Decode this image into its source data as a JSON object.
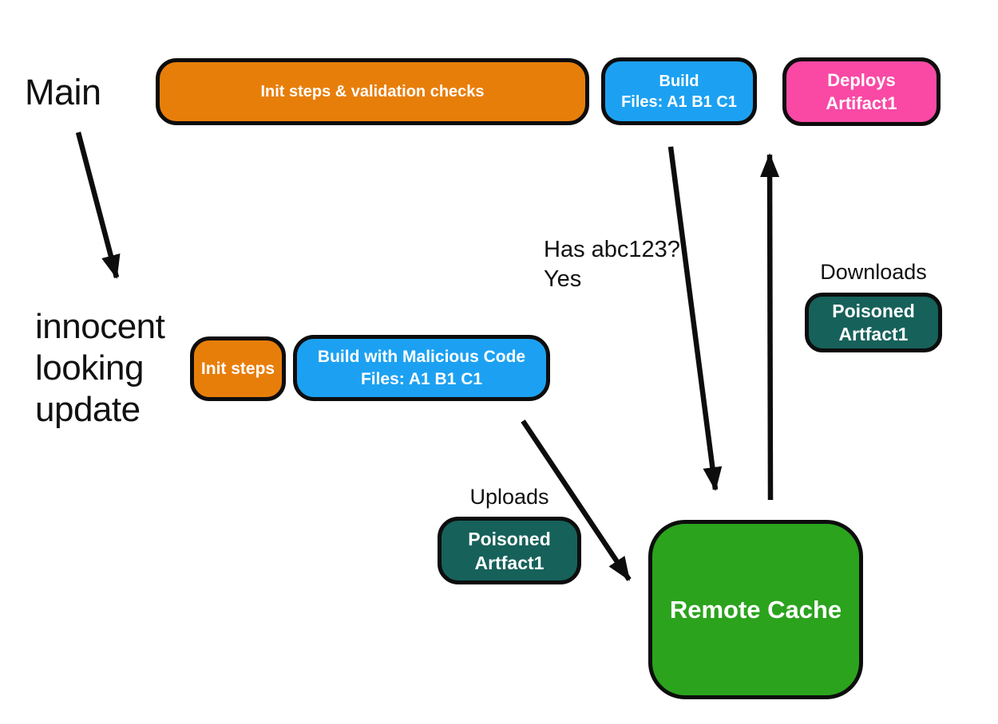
{
  "title": "Remote cache poisoning flow diagram",
  "colors": {
    "orange": "#e87e0a",
    "blue": "#1ca1f2",
    "pink": "#f949a5",
    "teal": "#16615a",
    "green": "#2ba31d",
    "arrow": "#0d0d0d",
    "background": "#ffffff",
    "node_text": "#ffffff",
    "label_text": "#111111"
  },
  "labels": {
    "main": "Main",
    "innocent": [
      "innocent",
      "looking",
      "update"
    ],
    "has_abc": [
      "Has abc123?",
      "Yes"
    ],
    "downloads": "Downloads",
    "uploads": "Uploads"
  },
  "nodes": {
    "init_validation": {
      "label": "Init steps & validation checks",
      "color": "#e87e0a"
    },
    "build": {
      "lines": [
        "Build",
        "Files: A1 B1 C1"
      ],
      "color": "#1ca1f2"
    },
    "deploys": {
      "lines": [
        "Deploys",
        "Artifact1"
      ],
      "color": "#f949a5"
    },
    "init_steps": {
      "label": "Init steps",
      "color": "#e87e0a"
    },
    "build_malicious": {
      "lines": [
        "Build with Malicious Code",
        "Files: A1 B1 C1"
      ],
      "color": "#1ca1f2"
    },
    "poisoned_upload": {
      "lines": [
        "Poisoned",
        "Artfact1"
      ],
      "color": "#16615a"
    },
    "poisoned_download": {
      "lines": [
        "Poisoned",
        "Artfact1"
      ],
      "color": "#16615a"
    },
    "remote_cache": {
      "label": "Remote Cache",
      "color": "#2ba31d"
    }
  },
  "edges": [
    {
      "name": "main-to-update",
      "from": "Main",
      "to": "innocent looking update"
    },
    {
      "name": "build-to-cache",
      "from": "Build",
      "to": "Remote Cache",
      "label": "Has abc123? Yes"
    },
    {
      "name": "cache-to-deploys",
      "from": "Remote Cache",
      "to": "Deploys Artifact1",
      "label": "Downloads"
    },
    {
      "name": "malicious-to-cache",
      "from": "Build with Malicious Code",
      "to": "Remote Cache",
      "label": "Uploads"
    }
  ]
}
